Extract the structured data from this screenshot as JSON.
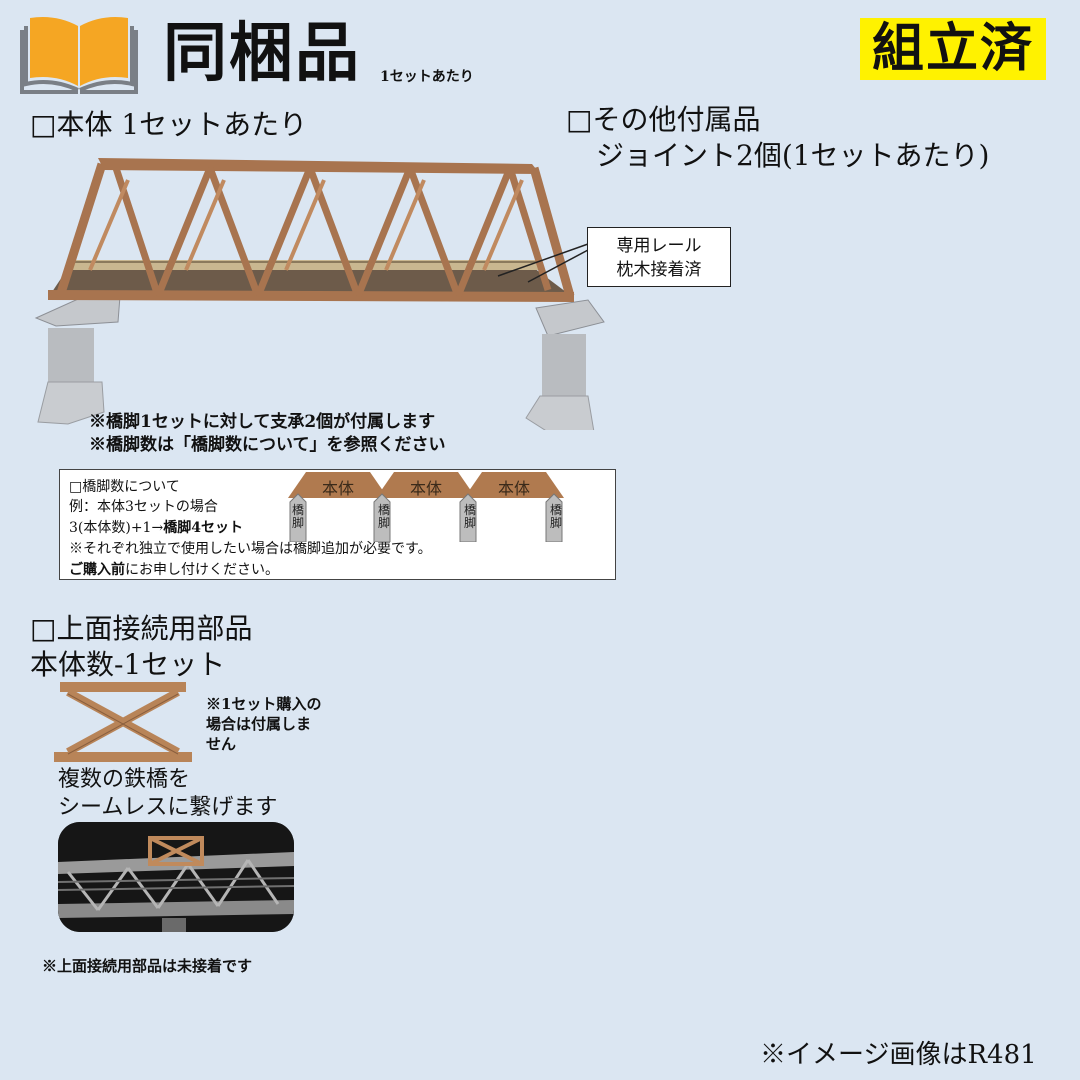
{
  "header": {
    "title": "同梱品",
    "subtitle": "1セットあたり",
    "badge": "組立済"
  },
  "main_body": {
    "heading": "□本体 1セットあたり",
    "callout_line1": "専用レール",
    "callout_line2": "枕木接着済",
    "note1": "※橋脚1セットに対して支承2個が付属します",
    "note2": "※橋脚数は「橋脚数について」を参照ください"
  },
  "accessories": {
    "heading": "□その他付属品",
    "item": "ジョイント2個(1セットあたり)"
  },
  "pier_legend": {
    "line1": "□橋脚数について",
    "line2": "例：本体3セットの場合",
    "line3_prefix": "3(本体数)+1→",
    "line3_bold": "橋脚4セット",
    "line4": "※それぞれ独立で使用したい場合は橋脚追加が必要です。",
    "line5_bold": "ご購入前",
    "line5_rest": "にお申し付けください。",
    "body_labels": [
      "本体",
      "本体",
      "本体"
    ],
    "pier_char1": "橋",
    "pier_char2": "脚",
    "colors": {
      "body_fill": "#b07a4f",
      "pier_fill": "#bdbdbd"
    }
  },
  "top_connector": {
    "heading": "□上面接続用部品",
    "count": "本体数-1セット",
    "note_line1": "※1セット購入の",
    "note_line2": "場合は付属しま",
    "note_line3": "せん",
    "desc_line1": "複数の鉄橋を",
    "desc_line2": "シームレスに繋げます",
    "footnote": "※上面接続用部品は未接着です"
  },
  "footer": {
    "image_note": "※イメージ画像はR481"
  },
  "icons": {
    "book": "open-book-icon"
  },
  "colors": {
    "background": "#dbe6f2",
    "badge": "#fff200",
    "bridge_brown": "#a8744f",
    "book_orange": "#f5a623",
    "pier_gray": "#b9bcc0"
  }
}
